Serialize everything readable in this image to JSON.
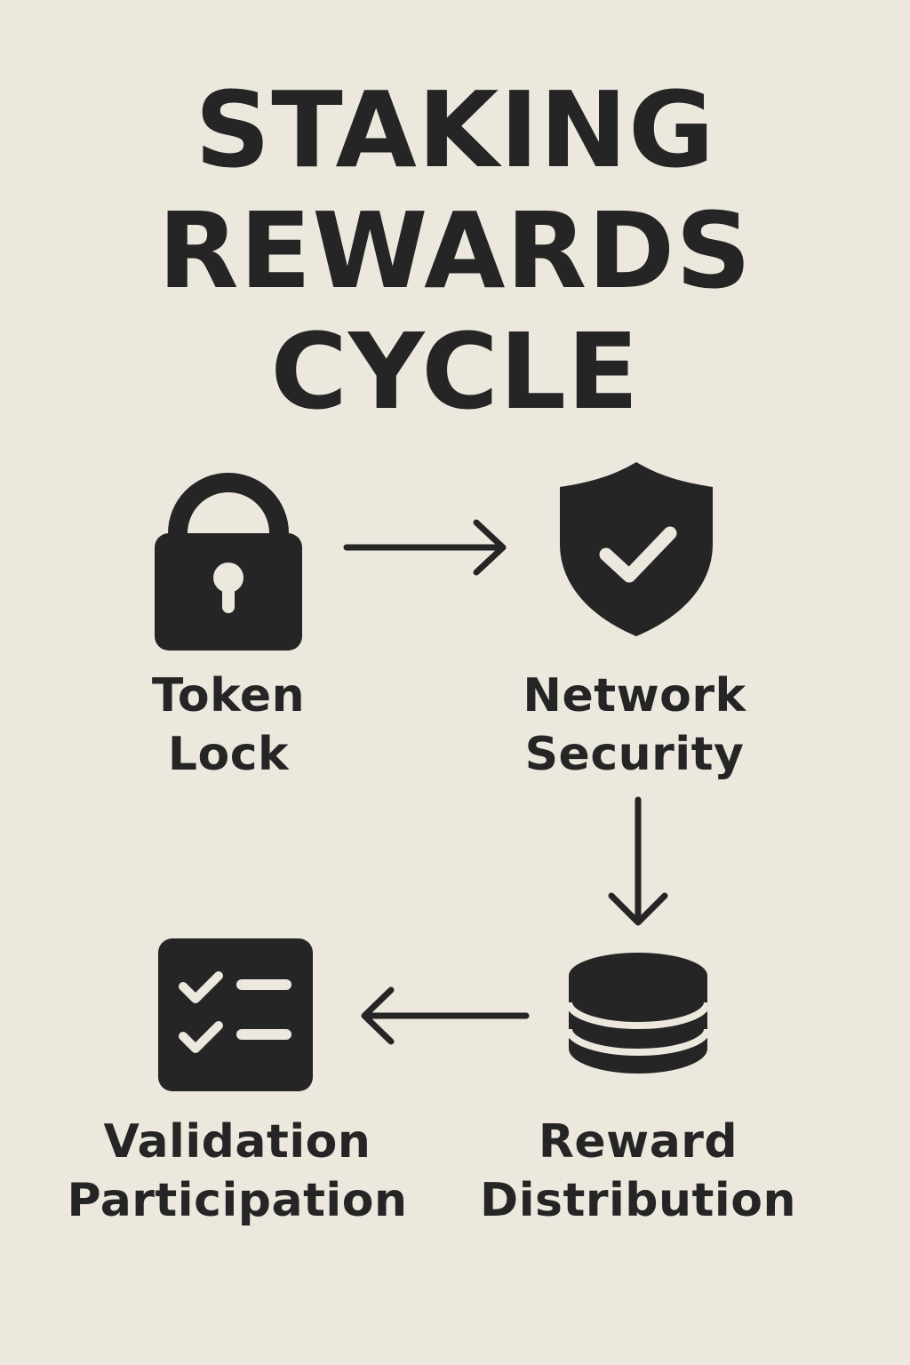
{
  "title": {
    "line1": "STAKING",
    "line2": "REWARDS",
    "line3": "CYCLE"
  },
  "nodes": [
    {
      "id": "token-lock",
      "icon": "lock-icon",
      "line1": "Token",
      "line2": "Lock"
    },
    {
      "id": "network-security",
      "icon": "shield-check-icon",
      "line1": "Network",
      "line2": "Security"
    },
    {
      "id": "reward-distribution",
      "icon": "coin-stack-icon",
      "line1": "Reward",
      "line2": "Distribution"
    },
    {
      "id": "validation-participation",
      "icon": "checklist-icon",
      "line1": "Validation",
      "line2": "Participation"
    }
  ],
  "colors": {
    "background": "#ede8de",
    "ink": "#252525"
  }
}
